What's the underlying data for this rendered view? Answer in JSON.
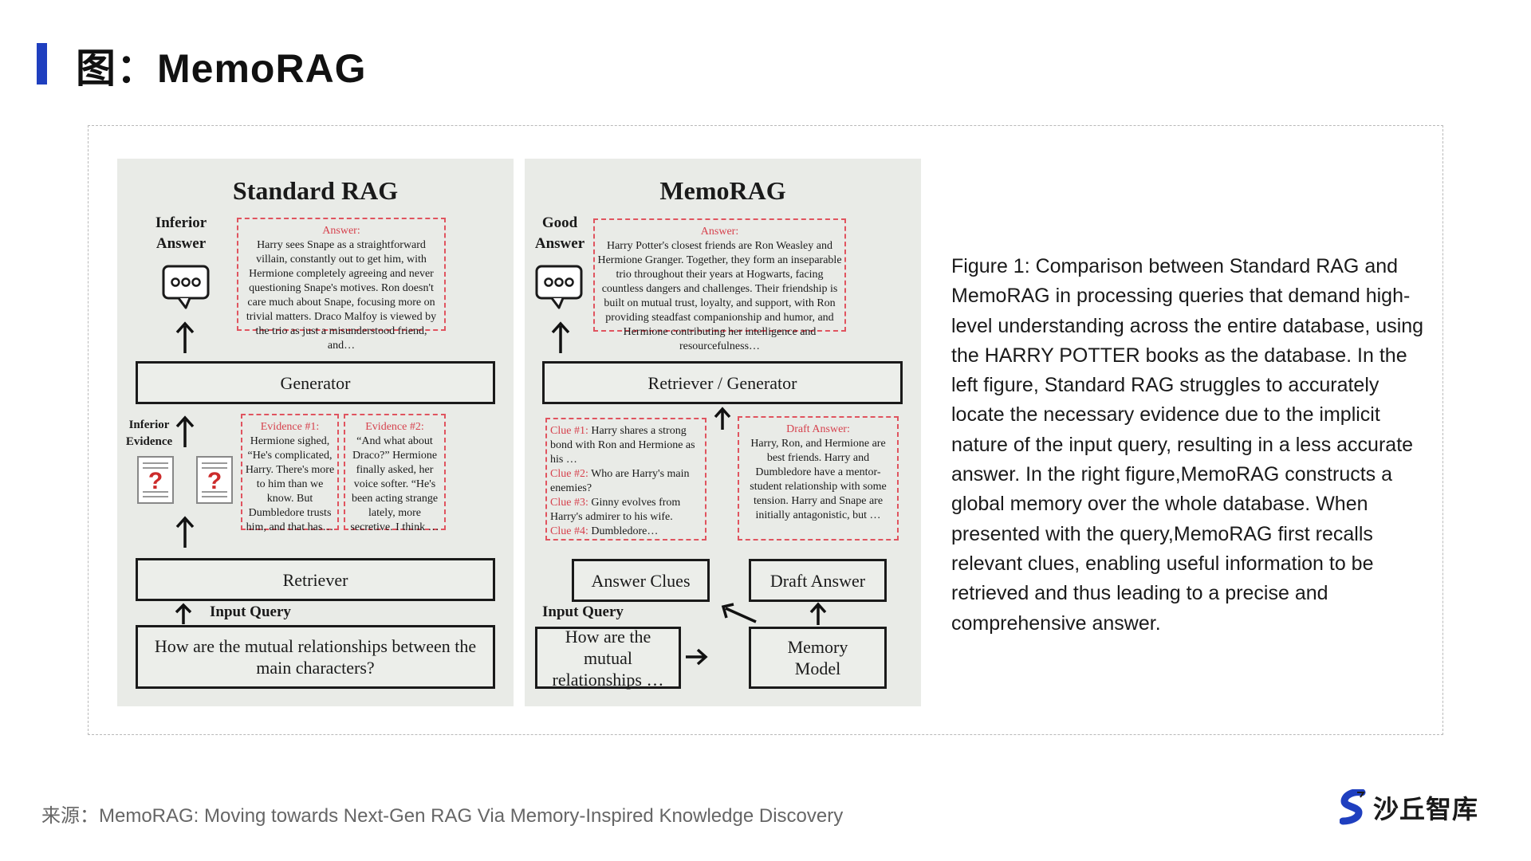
{
  "header": {
    "title": "图：MemoRAG"
  },
  "figure": {
    "left": {
      "title": "Standard RAG",
      "answer_side_label": "Inferior\nAnswer",
      "answer_label": "Answer:",
      "answer_text": "Harry sees Snape as a straightforward villain, constantly out to get him, with Hermione completely agreeing and never questioning Snape's motives. Ron doesn't care much about Snape, focusing more on trivial matters. Draco Malfoy is viewed by the trio as just a misunderstood friend, and…",
      "generator": "Generator",
      "evidence_side_label": "Inferior\nEvidence",
      "evidence1_label": "Evidence #1:",
      "evidence1_text": "Hermione sighed, “He's complicated, Harry. There's more to him than we know. But Dumbledore trusts him, and that has…",
      "evidence2_label": "Evidence #2:",
      "evidence2_text": "“And what about Draco?” Hermione finally asked, her voice softer. “He's been acting strange lately, more secretive. I think …",
      "retriever": "Retriever",
      "input_query_label": "Input Query",
      "query": "How are the mutual relationships between the main characters?"
    },
    "right": {
      "title": "MemoRAG",
      "answer_side_label": "Good\nAnswer",
      "answer_label": "Answer:",
      "answer_text": "Harry Potter's closest friends are Ron Weasley and Hermione Granger. Together, they form an inseparable trio throughout their years at Hogwarts, facing countless dangers and challenges. Their friendship is built on mutual trust, loyalty, and support, with Ron providing steadfast companionship and humor, and Hermione contributing her intelligence and resourcefulness…",
      "retriever_generator": "Retriever / Generator",
      "clues": [
        {
          "tag": "Clue #1:",
          "text": " Harry shares a strong bond with Ron and Hermione as his …"
        },
        {
          "tag": "Clue #2:",
          "text": " Who are Harry's main enemies?"
        },
        {
          "tag": "Clue #3:",
          "text": " Ginny evolves from Harry's admirer to his wife."
        },
        {
          "tag": "Clue #4:",
          "text": " Dumbledore…"
        }
      ],
      "draft_label": "Draft Answer:",
      "draft_text": "Harry, Ron, and Hermione are best friends. Harry and Dumbledore have a mentor-student relationship with some tension. Harry and Snape are initially antagonistic, but …",
      "answer_clues": "Answer Clues",
      "draft_answer": "Draft Answer",
      "input_query_label": "Input Query",
      "query": "How are the mutual relationships …",
      "memory_model": "Memory\nModel"
    }
  },
  "caption": "Figure 1: Comparison between Standard RAG and MemoRAG in processing queries that demand high-level understanding across the entire database, using the HARRY POTTER books as the database. In the left figure, Standard RAG struggles to accurately locate the necessary evidence due to the implicit nature of the input query, resulting in a less accurate answer. In the right figure,MemoRAG constructs a global memory over the whole database. When presented with the query,MemoRAG first recalls relevant clues, enabling useful information to be retrieved and thus leading to a precise and comprehensive answer.",
  "footer": {
    "source": "来源：MemoRAG: Moving towards Next-Gen RAG Via Memory-Inspired Knowledge Discovery",
    "brand": "沙丘智库"
  },
  "colors": {
    "accent": "#1f3fbf",
    "panel_bg": "#e9ebe7",
    "dashed_red": "#e0545f"
  }
}
